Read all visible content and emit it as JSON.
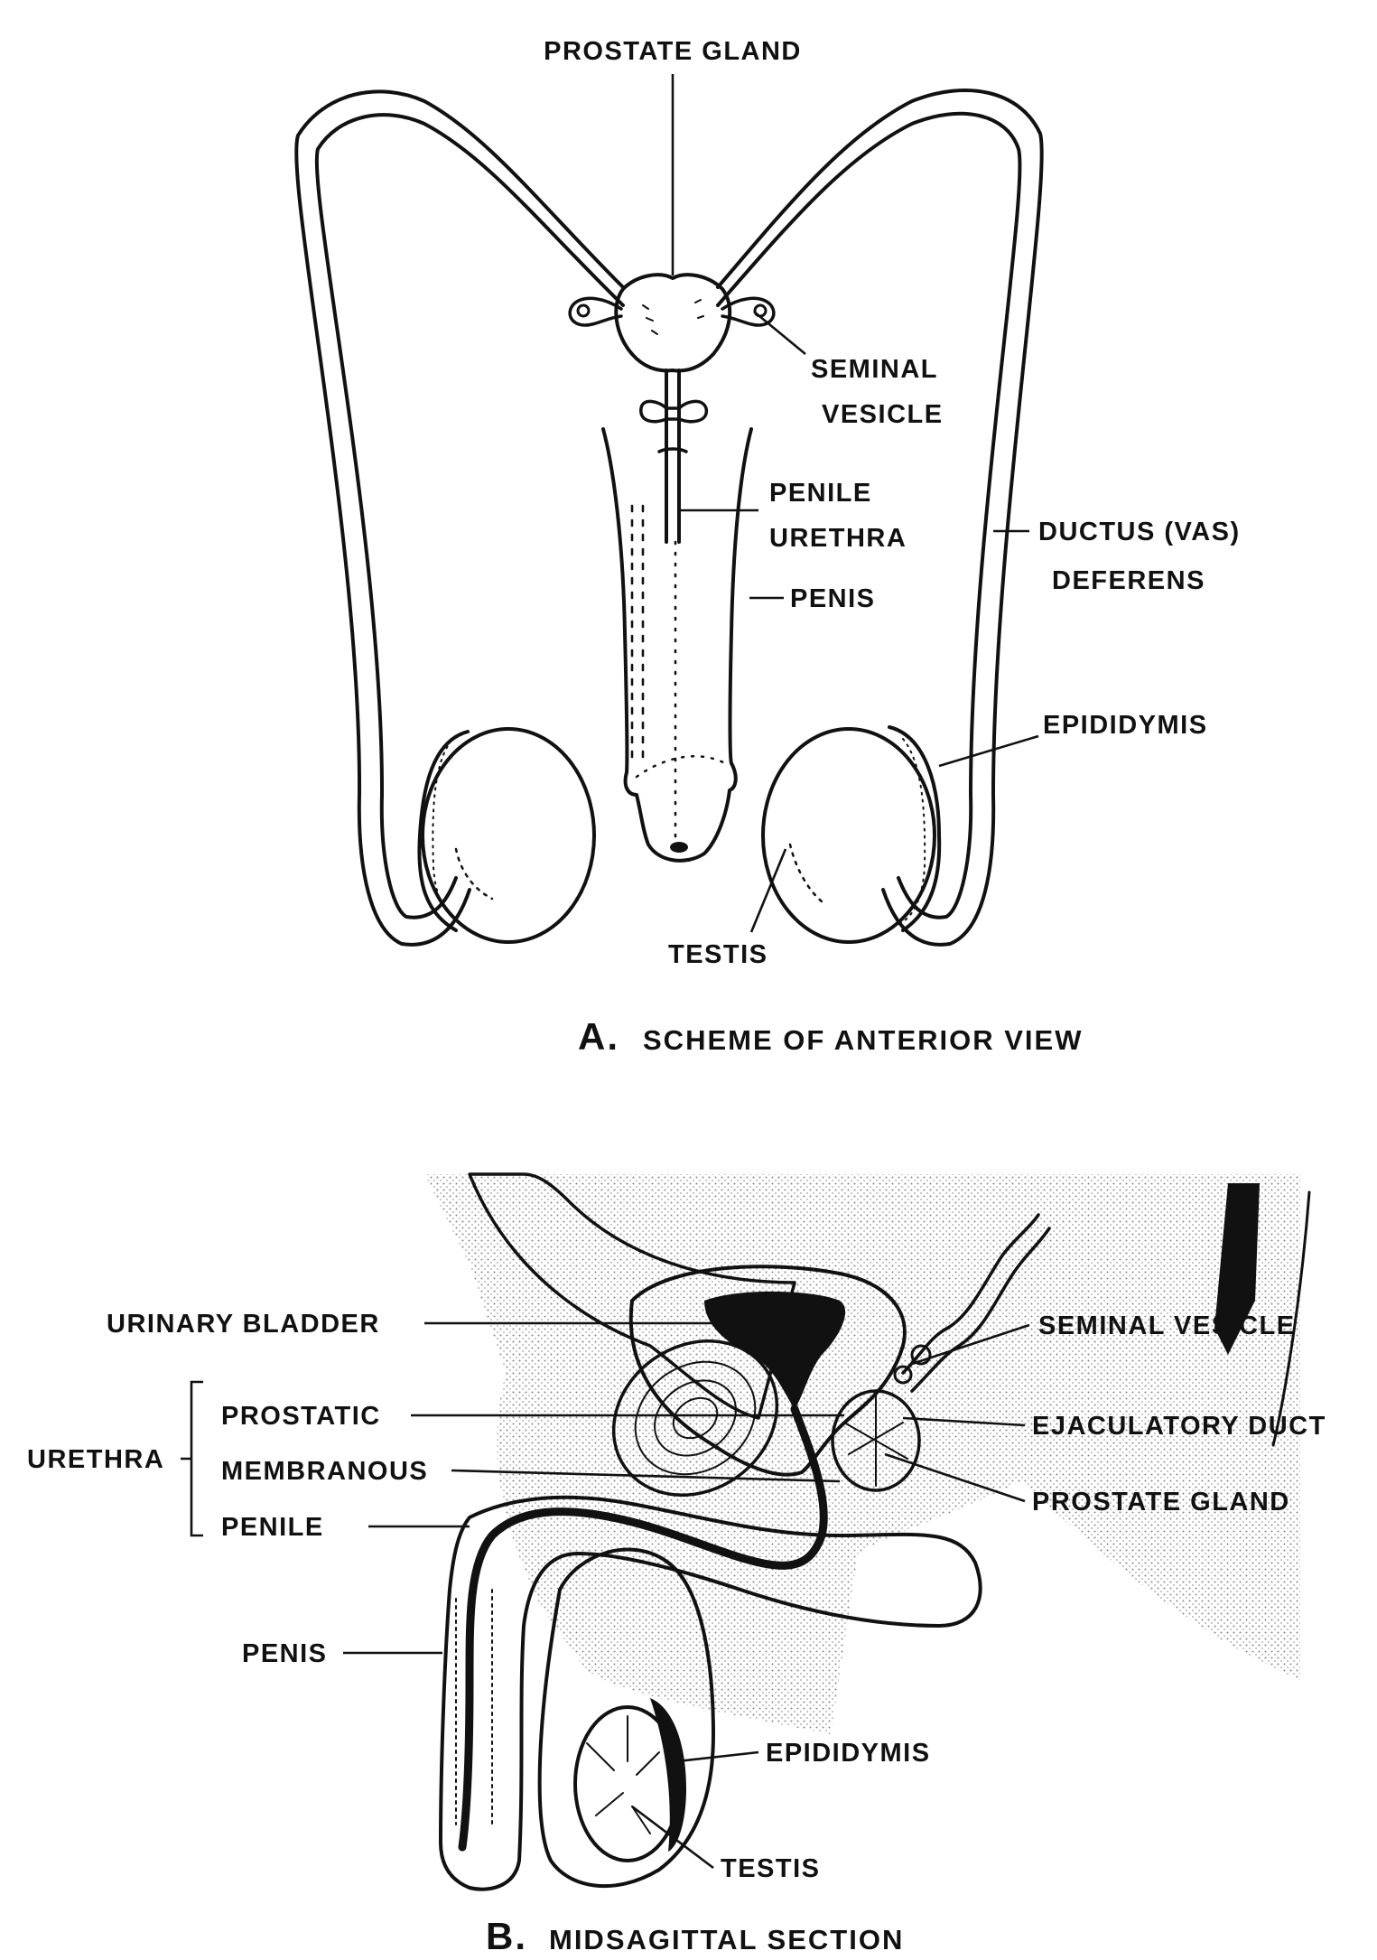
{
  "panel_a": {
    "caption_letter": "A.",
    "caption_text": "SCHEME OF ANTERIOR VIEW",
    "labels": {
      "prostate_gland": "PROSTATE GLAND",
      "seminal_vesicle_1": "SEMINAL",
      "seminal_vesicle_2": "VESICLE",
      "penile_urethra_1": "PENILE",
      "penile_urethra_2": "URETHRA",
      "penis": "PENIS",
      "ductus_deferens_1": "DUCTUS (VAS)",
      "ductus_deferens_2": "DEFERENS",
      "epididymis": "EPIDIDYMIS",
      "testis": "TESTIS"
    }
  },
  "panel_b": {
    "caption_letter": "B.",
    "caption_text": "MIDSAGITTAL SECTION",
    "labels": {
      "urinary_bladder": "URINARY BLADDER",
      "urethra": "URETHRA",
      "prostatic": "PROSTATIC",
      "membranous": "MEMBRANOUS",
      "penile": "PENILE",
      "penis": "PENIS",
      "seminal_vesicle": "SEMINAL VESICLE",
      "ejaculatory_duct": "EJACULATORY DUCT",
      "prostate_gland": "PROSTATE GLAND",
      "epididymis": "EPIDIDYMIS",
      "testis": "TESTIS"
    }
  },
  "colors": {
    "ink": "#111111",
    "paper": "#ffffff",
    "stipple": "#b5b5b5"
  }
}
